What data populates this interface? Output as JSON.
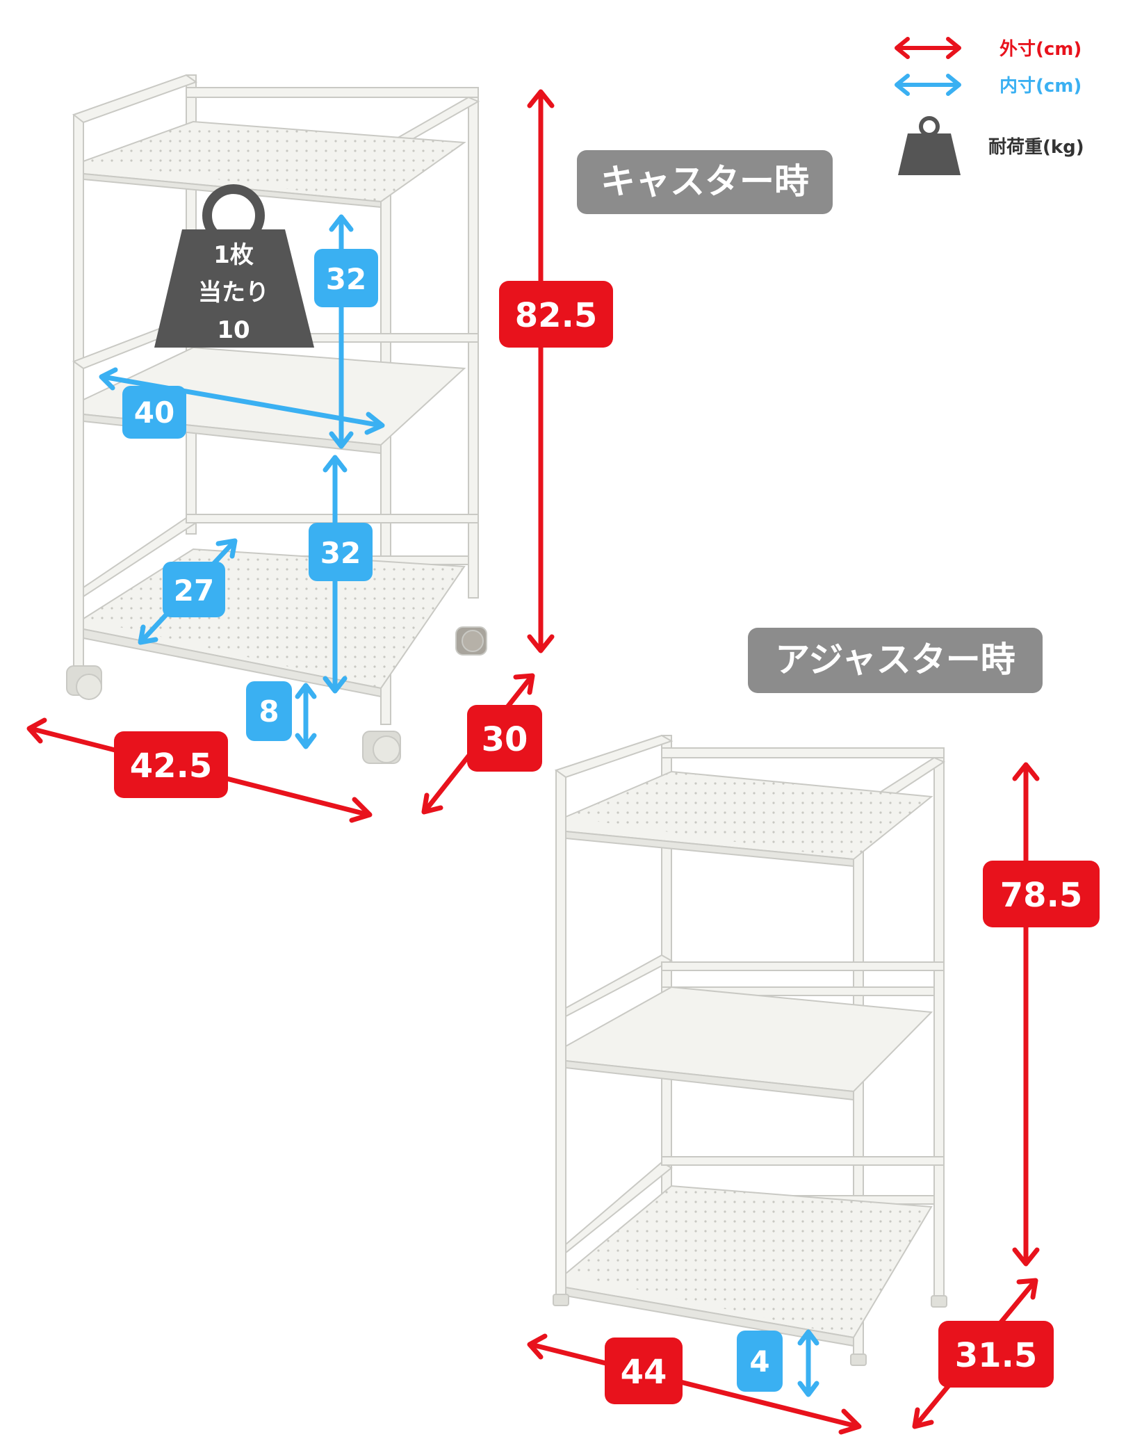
{
  "legend": {
    "outer_label": "外寸(cm)",
    "inner_label": "内寸(cm)",
    "weight_label": "耐荷重(kg)",
    "outer_color": "#e8121c",
    "inner_color": "#3ab0f2",
    "weight_color": "#555555"
  },
  "caster_mode": {
    "title": "キャスター時",
    "weight_line1": "1枚",
    "weight_line2": "当たり",
    "weight_line3": "10",
    "outer_height": "82.5",
    "outer_width": "42.5",
    "outer_depth": "30",
    "inner_upper_height": "32",
    "inner_lower_height": "32",
    "inner_width": "40",
    "inner_depth": "27",
    "inner_floor_clearance": "8"
  },
  "adjuster_mode": {
    "title": "アジャスター時",
    "outer_height": "78.5",
    "outer_width": "44",
    "outer_depth": "31.5",
    "inner_floor_clearance": "4"
  },
  "colors": {
    "outer": "#e8121c",
    "inner": "#3ab0f2",
    "badge_gray": "#8c8c8c",
    "frame": "#f3f3ef",
    "frame_stroke": "#c9c9c4"
  }
}
